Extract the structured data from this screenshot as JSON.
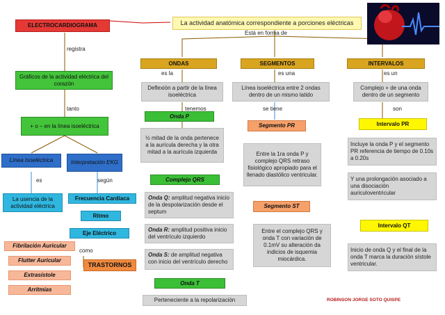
{
  "root": "ELECTROCARDIOGRAMA",
  "definition": "La actividad anatómica correspondiente a porciones eléctricas",
  "esta_en_forma_de": "Está en forma de",
  "left": {
    "registra": "registra",
    "graficos": "Gráficos de la actividad eléctrica del corazón",
    "tanto": "tanto",
    "signo": "+ o – en la línea isoeléctrica",
    "linea_isoelectrica": "Línea Isoeléctrica",
    "interpretacion": "Interpretación EKG",
    "es": "es",
    "segun": "según",
    "usencia": "La usencia de la actividad eléctrica",
    "frecuencia": "Frecuencia Cardiaca",
    "ritmo": "Ritmo",
    "eje": "Eje Eléctrico",
    "como": "como",
    "trastornos": "TRASTORNOS",
    "trastornos_list": [
      "Fibrilación Auricular",
      "Flutter Auricular",
      "Extrasístole",
      "Arritmias"
    ]
  },
  "ondas": {
    "title": "ONDAS",
    "es_la": "es la",
    "def": "Deflexión a partir de la línea isoeléctrica",
    "tenemos": "tenemos",
    "onda_p": "Onda P",
    "onda_p_desc": "½ mitad de la onda pertenece a la aurícula derecha y la otra mitad a la aurícula izquierda",
    "complejo_qrs": "Complejo QRS",
    "q_label": "Onda Q:",
    "q_text": " amplitud negativa inicio de la despolarización desde el septum",
    "r_label": "Onda R:",
    "r_text": " amplitud positiva inicio del ventrículo izquierdo",
    "s_label": "Onda S:",
    "s_text": " de amplitud negativa con inicio del ventrículo derecho",
    "onda_t": "Onda T",
    "onda_t_desc": "Perteneciente a la repolarización"
  },
  "segmentos": {
    "title": "SEGMENTOS",
    "es_una": "es una",
    "def": "Línea isoeléctrica entre 2 ondas dentro de un mismo latido",
    "se_tiene": "se tiene",
    "pr": "Segmento PR",
    "pr_desc": "Entre la 1ra onda P y complejo QRS retraso fisiológico apropiado para el llenado diastólico ventricular.",
    "st": "Segmento ST",
    "st_desc": "Entre el complejo QRS y onda T con variación de 0.1mV su alteración da indicios de isquemia miocárdica."
  },
  "intervalos": {
    "title": "INTERVALOS",
    "es_un": "es un",
    "def": "Complejo + de una onda dentro de un segmento",
    "son": "son",
    "pr": "Intervalo PR",
    "pr_desc1": "Incluye la onda P y el segmento PR referencia de tiempo de 0.10s a 0.20s",
    "pr_desc2": "Y una prolongación asociado a una disociación auriculoventricular",
    "qt": "Intervalo QT",
    "qt_desc": "Inicio de onda Q y el final de la onda T marca la duración sístole ventricular."
  },
  "author": "ROBINSON JORGE SOTO QUISPE",
  "colors": {
    "red": "#e53935",
    "gold": "#d9a520",
    "green": "#43c43a",
    "blue": "#2f6fc9",
    "cyan": "#30b7e0",
    "orange": "#f08a3f",
    "yellow": "#fff700"
  }
}
